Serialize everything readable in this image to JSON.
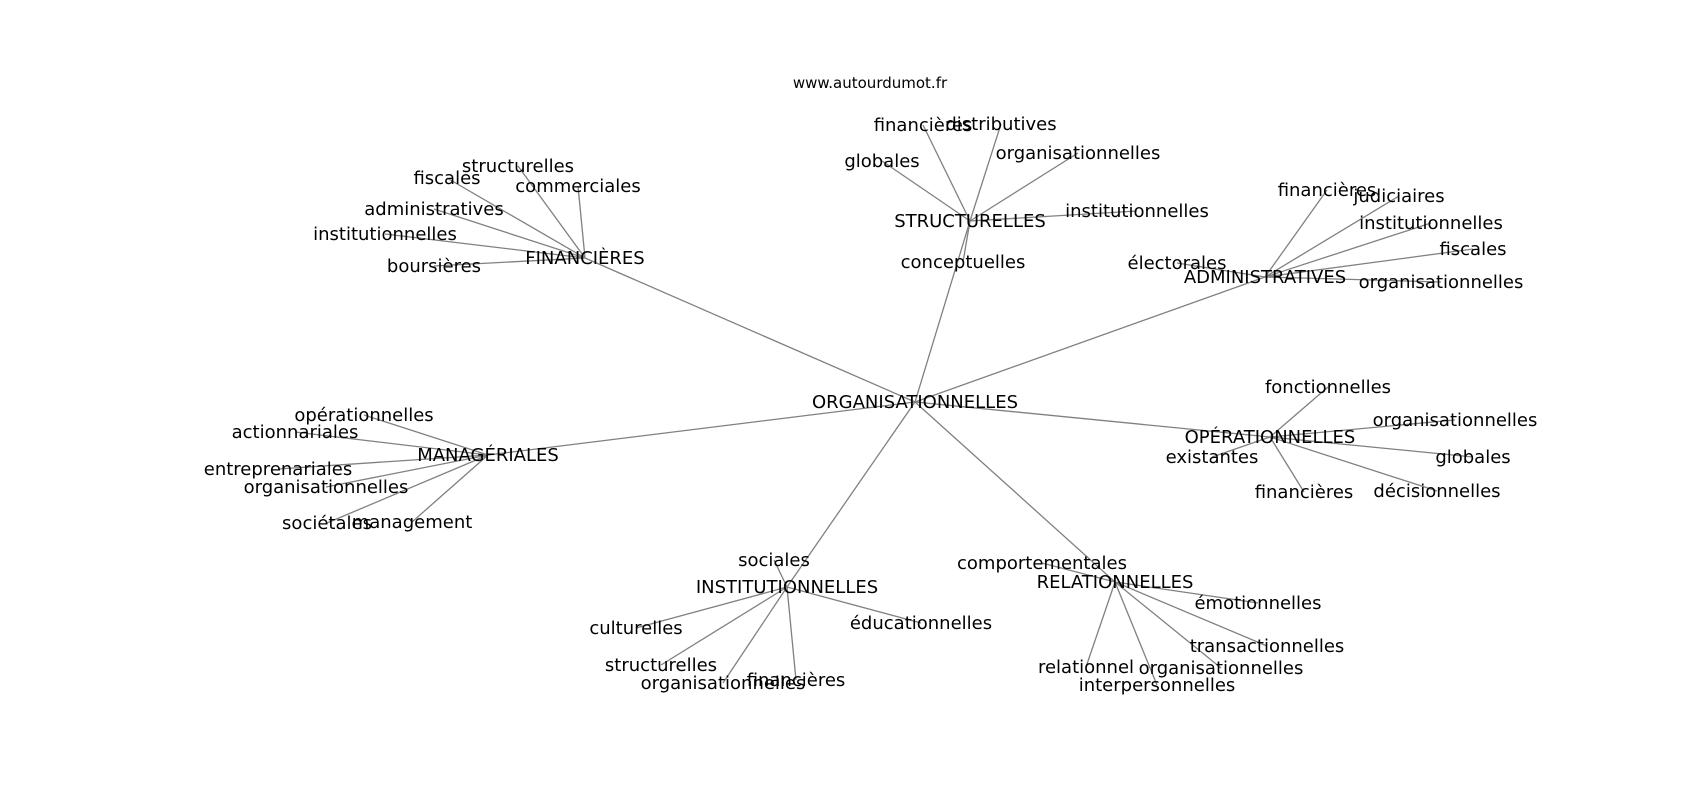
{
  "watermark": "www.autourdumot.fr",
  "colors": {
    "edge": "#808080",
    "text": "#000000",
    "background": "#ffffff"
  },
  "center": {
    "id": "c",
    "label": "ORGANISATIONNELLES"
  },
  "hubs": [
    {
      "id": "fin",
      "label": "FINANCIÈRES",
      "leaves": [
        "structurelles",
        "fiscales",
        "commerciales",
        "administratives",
        "institutionnelles",
        "boursières"
      ]
    },
    {
      "id": "str",
      "label": "STRUCTURELLES",
      "leaves": [
        "financières",
        "distributives",
        "globales",
        "organisationnelles",
        "institutionnelles",
        "conceptuelles"
      ]
    },
    {
      "id": "adm",
      "label": "ADMINISTRATIVES",
      "leaves": [
        "financières",
        "judiciaires",
        "institutionnelles",
        "fiscales",
        "électorales",
        "organisationnelles"
      ]
    },
    {
      "id": "man",
      "label": "MANAGÉRIALES",
      "leaves": [
        "opérationnelles",
        "actionnariales",
        "entreprenariales",
        "organisationnelles",
        "sociétales",
        "management"
      ]
    },
    {
      "id": "ope",
      "label": "OPÉRATIONNELLES",
      "leaves": [
        "fonctionnelles",
        "organisationnelles",
        "globales",
        "existantes",
        "financières",
        "décisionnelles"
      ]
    },
    {
      "id": "ins",
      "label": "INSTITUTIONNELLES",
      "leaves": [
        "sociales",
        "culturelles",
        "éducationnelles",
        "structurelles",
        "organisationnelles",
        "financières"
      ]
    },
    {
      "id": "rel",
      "label": "RELATIONNELLES",
      "leaves": [
        "comportementales",
        "émotionnelles",
        "transactionnelles",
        "relationnel",
        "organisationnelles",
        "interpersonnelles"
      ]
    }
  ]
}
